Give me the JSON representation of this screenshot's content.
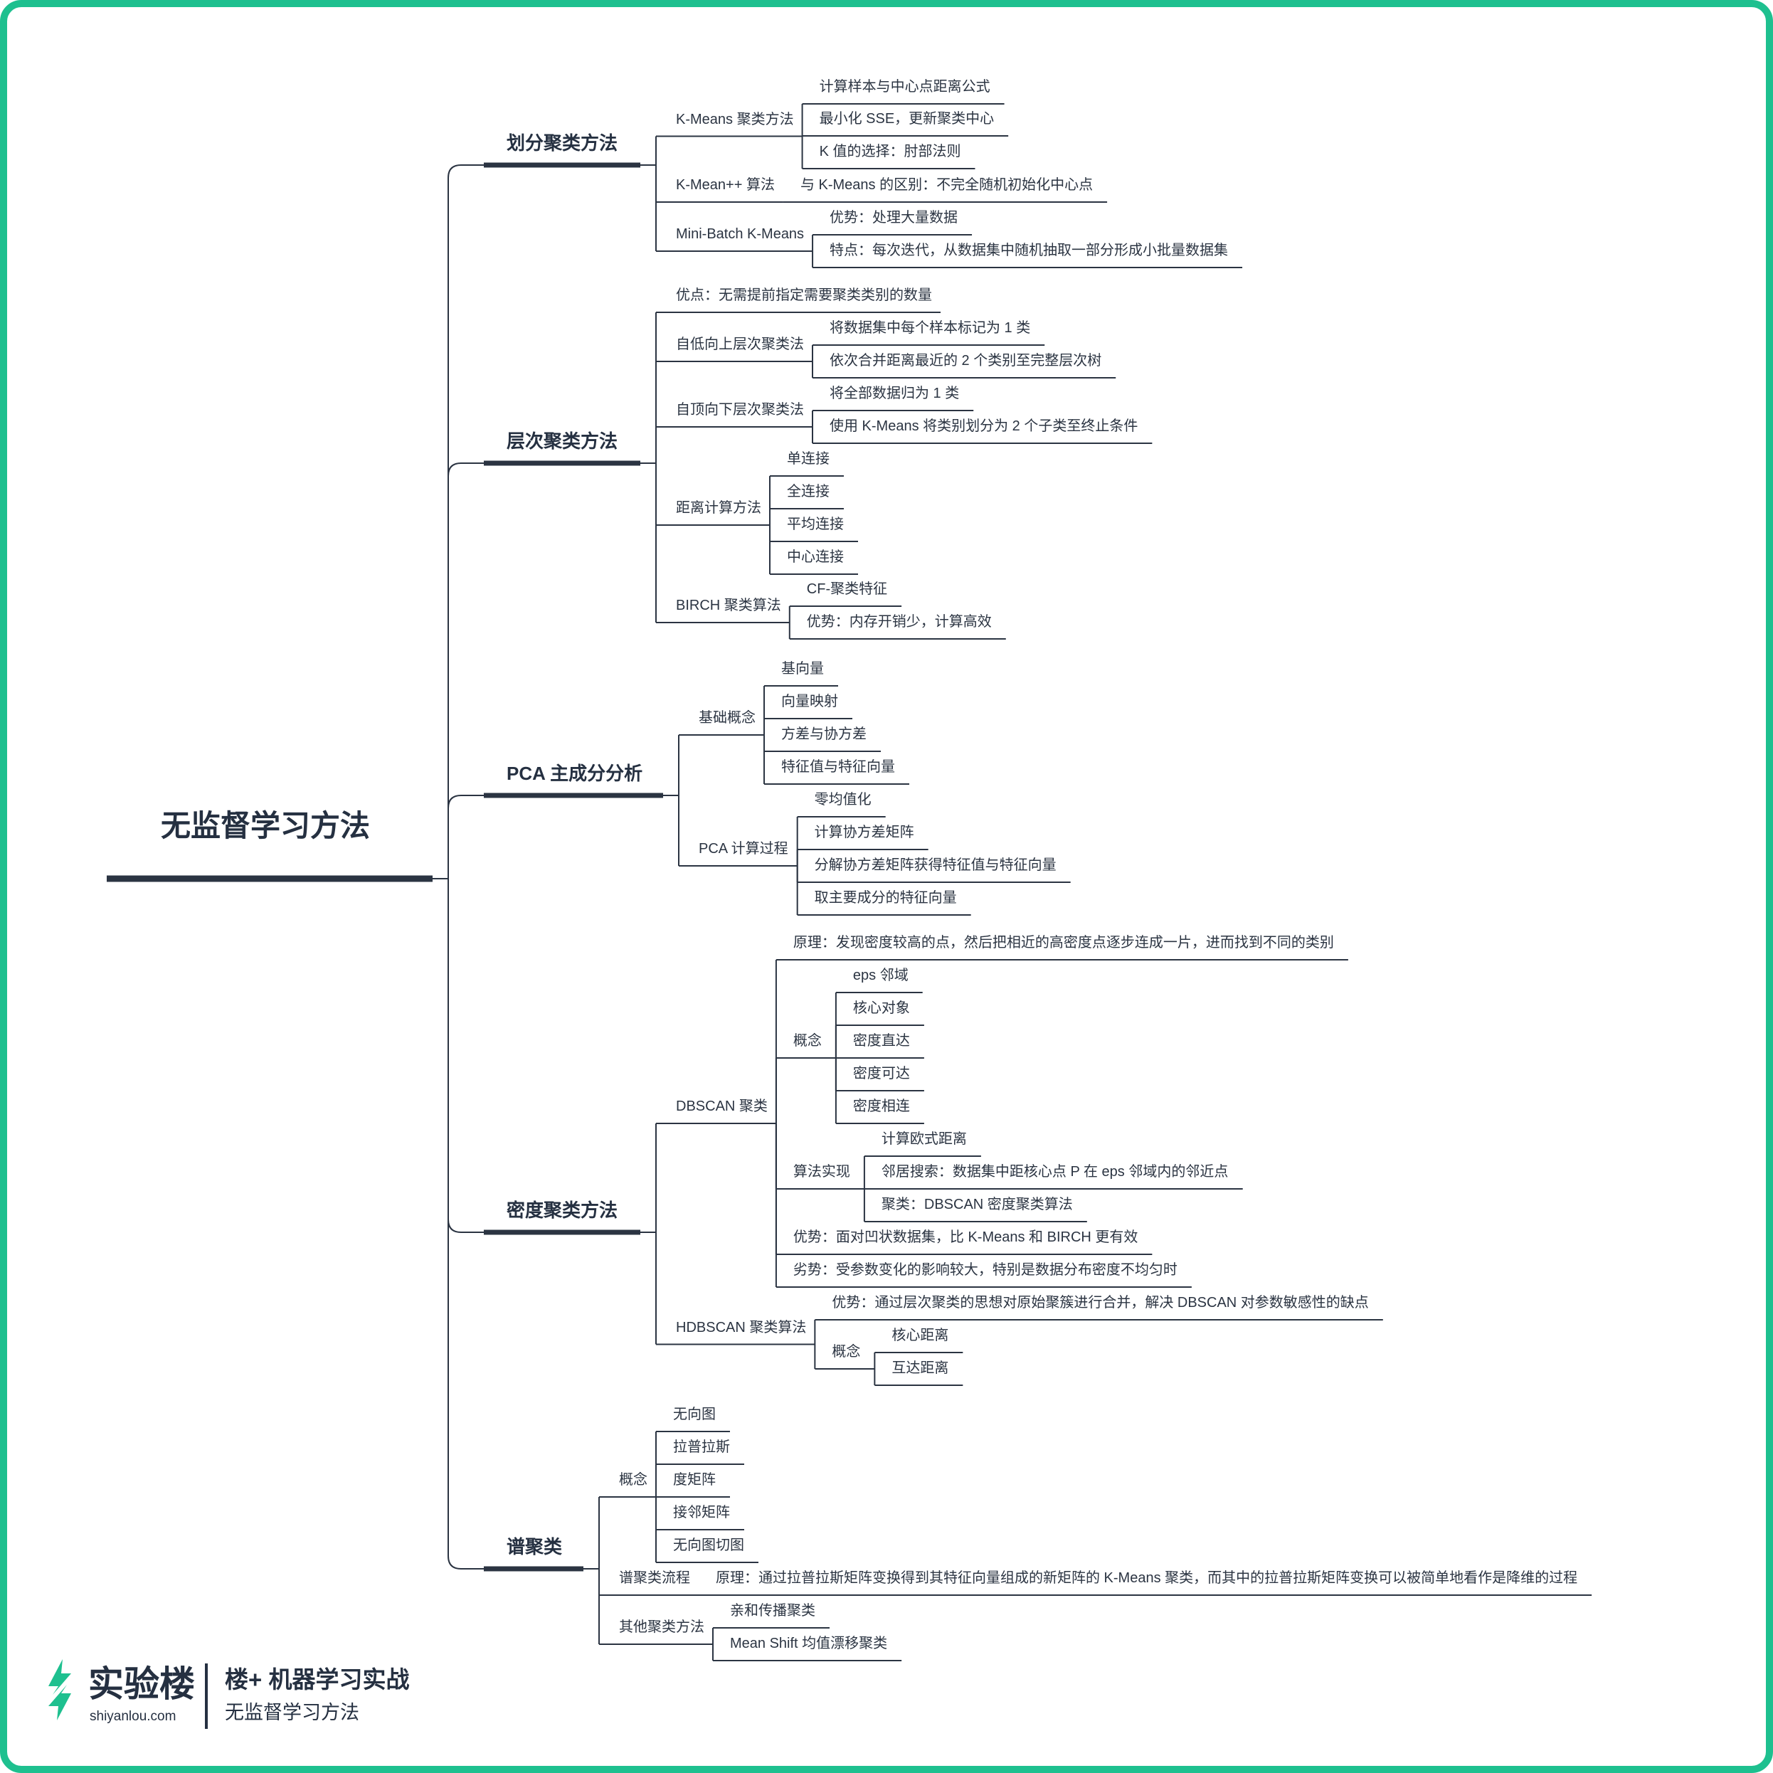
{
  "root": "无监督学习方法",
  "branches": [
    {
      "label": "划分聚类方法",
      "children": [
        {
          "label": "K-Means 聚类方法",
          "children": [
            {
              "label": "计算样本与中心点距离公式"
            },
            {
              "label": "最小化 SSE，更新聚类中心"
            },
            {
              "label": "K 值的选择：肘部法则"
            }
          ]
        },
        {
          "label": "K-Mean++ 算法",
          "children": [
            {
              "label": "与 K-Means 的区别：不完全随机初始化中心点"
            }
          ]
        },
        {
          "label": "Mini-Batch K-Means",
          "children": [
            {
              "label": "优势：处理大量数据"
            },
            {
              "label": "特点：每次迭代，从数据集中随机抽取一部分形成小批量数据集"
            }
          ]
        }
      ]
    },
    {
      "label": "层次聚类方法",
      "children": [
        {
          "label": "优点：无需提前指定需要聚类类别的数量"
        },
        {
          "label": "自低向上层次聚类法",
          "children": [
            {
              "label": "将数据集中每个样本标记为 1 类"
            },
            {
              "label": "依次合并距离最近的 2 个类别至完整层次树"
            }
          ]
        },
        {
          "label": "自顶向下层次聚类法",
          "children": [
            {
              "label": "将全部数据归为 1 类"
            },
            {
              "label": "使用 K-Means 将类别划分为 2 个子类至终止条件"
            }
          ]
        },
        {
          "label": "距离计算方法",
          "children": [
            {
              "label": "单连接"
            },
            {
              "label": "全连接"
            },
            {
              "label": "平均连接"
            },
            {
              "label": "中心连接"
            }
          ]
        },
        {
          "label": "BIRCH 聚类算法",
          "children": [
            {
              "label": "CF-聚类特征"
            },
            {
              "label": "优势：内存开销少，计算高效"
            }
          ]
        }
      ]
    },
    {
      "label": "PCA 主成分分析",
      "children": [
        {
          "label": "基础概念",
          "children": [
            {
              "label": "基向量"
            },
            {
              "label": "向量映射"
            },
            {
              "label": "方差与协方差"
            },
            {
              "label": "特征值与特征向量"
            }
          ]
        },
        {
          "label": "PCA 计算过程",
          "children": [
            {
              "label": "零均值化"
            },
            {
              "label": "计算协方差矩阵"
            },
            {
              "label": "分解协方差矩阵获得特征值与特征向量"
            },
            {
              "label": "取主要成分的特征向量"
            }
          ]
        }
      ]
    },
    {
      "label": "密度聚类方法",
      "children": [
        {
          "label": "DBSCAN 聚类",
          "children": [
            {
              "label": "原理：发现密度较高的点，然后把相近的高密度点逐步连成一片，进而找到不同的类别"
            },
            {
              "label": "概念",
              "children": [
                {
                  "label": "eps 邻域"
                },
                {
                  "label": "核心对象"
                },
                {
                  "label": "密度直达"
                },
                {
                  "label": "密度可达"
                },
                {
                  "label": "密度相连"
                }
              ]
            },
            {
              "label": "算法实现",
              "children": [
                {
                  "label": "计算欧式距离"
                },
                {
                  "label": "邻居搜索：数据集中距核心点 P 在 eps 邻域内的邻近点"
                },
                {
                  "label": "聚类：DBSCAN 密度聚类算法"
                }
              ]
            },
            {
              "label": "优势：面对凹状数据集，比 K-Means 和 BIRCH 更有效"
            },
            {
              "label": "劣势：受参数变化的影响较大，特别是数据分布密度不均匀时"
            }
          ]
        },
        {
          "label": "HDBSCAN 聚类算法",
          "children": [
            {
              "label": "优势：通过层次聚类的思想对原始聚簇进行合并，解决 DBSCAN 对参数敏感性的缺点"
            },
            {
              "label": "概念",
              "children": [
                {
                  "label": "核心距离"
                },
                {
                  "label": "互达距离"
                }
              ]
            }
          ]
        }
      ]
    },
    {
      "label": "谱聚类",
      "children": [
        {
          "label": "概念",
          "children": [
            {
              "label": "无向图"
            },
            {
              "label": "拉普拉斯"
            },
            {
              "label": "度矩阵"
            },
            {
              "label": "接邻矩阵"
            },
            {
              "label": "无向图切图"
            }
          ]
        },
        {
          "label": "谱聚类流程",
          "children": [
            {
              "label": "原理：通过拉普拉斯矩阵变换得到其特征向量组成的新矩阵的 K-Means 聚类，而其中的拉普拉斯矩阵变换可以被简单地看作是降维的过程"
            }
          ]
        },
        {
          "label": "其他聚类方法",
          "children": [
            {
              "label": "亲和传播聚类"
            },
            {
              "label": "Mean Shift 均值漂移聚类"
            }
          ]
        }
      ]
    }
  ],
  "branding": {
    "logo_text": "实验楼",
    "logo_url_text": "shiyanlou.com",
    "course_title": "楼+ 机器学习实战",
    "course_subtitle": "无监督学习方法"
  },
  "colors": {
    "border": "#1ec08f",
    "line": "#2b3442",
    "text": "#2b3442",
    "logo_green": "#1ec08f"
  }
}
